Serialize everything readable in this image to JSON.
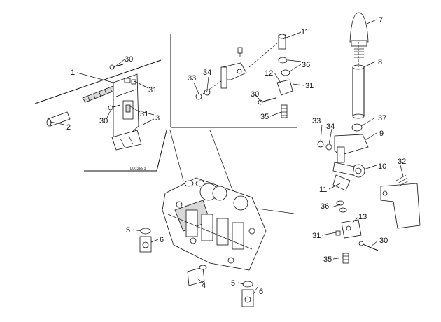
{
  "figure": {
    "drawing_number": "D/02881",
    "callouts": [
      "1",
      "2",
      "3",
      "4",
      "5",
      "6",
      "7",
      "8",
      "9",
      "10",
      "11",
      "12",
      "13",
      "30",
      "31",
      "32",
      "33",
      "34",
      "35",
      "36",
      "37"
    ]
  }
}
